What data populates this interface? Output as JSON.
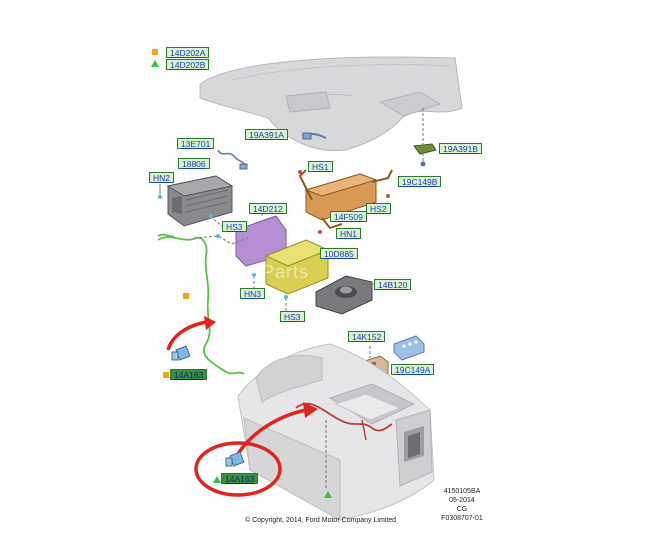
{
  "legend": {
    "square_label": "14D202A",
    "triangle_label": "14D202B"
  },
  "callouts": {
    "c19A391A": "19A391A",
    "c13E701": "13E701",
    "c18806": "18806",
    "cHN2": "HN2",
    "cHS1": "HS1",
    "c19A391B": "19A391B",
    "c19C149B": "19C149B",
    "c14D212": "14D212",
    "cHS3a": "HS3",
    "c14F509": "14F509",
    "cHS2": "HS2",
    "cHN1": "HN1",
    "c10D885": "10D885",
    "c14B120": "14B120",
    "cHN3": "HN3",
    "cHS3b": "HS3",
    "c14K152": "14K152",
    "c19C149A": "19C149A",
    "c14A163a": "14A163",
    "c14A163b": "14A163"
  },
  "meta": {
    "line1": "4150105BA",
    "line2": "05-2014",
    "line3": "CG",
    "line4": "F0308707-01"
  },
  "copyright": "© Copyright, 2014, Ford Motor Company Limited",
  "watermark": "Parts",
  "colors": {
    "label_bg": "#d9f2d2",
    "label_text": "#1a3fae",
    "square": "#f4a11c",
    "triangle": "#35c23f",
    "arrow": "#e0241b",
    "wire": "#59c24a"
  }
}
